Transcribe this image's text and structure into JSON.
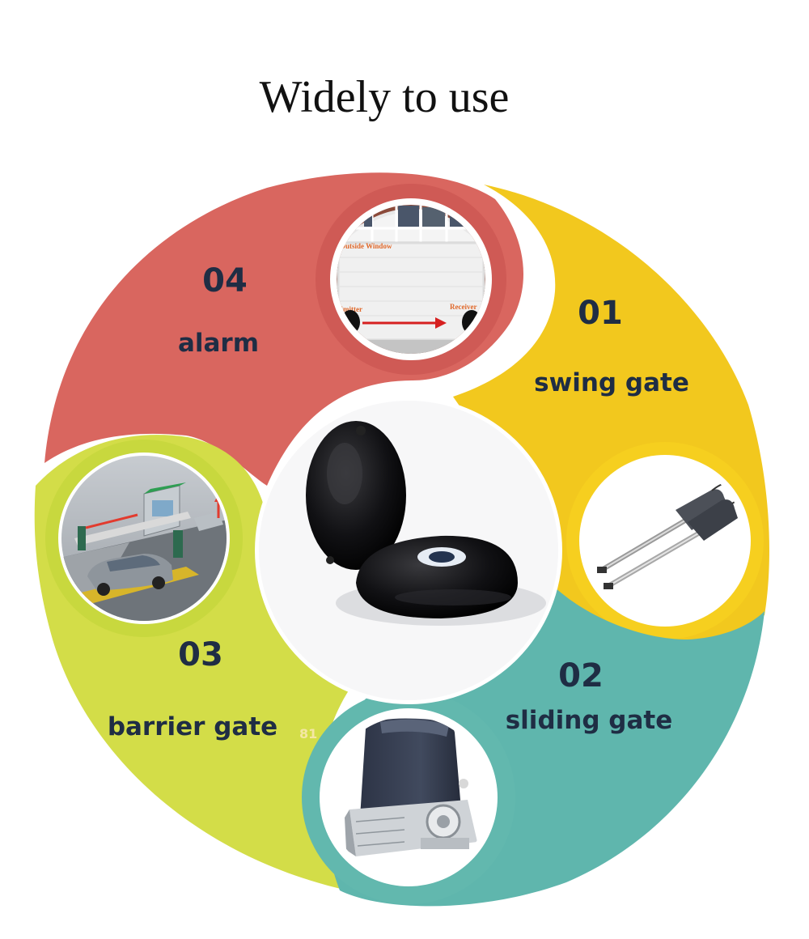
{
  "title": "Widely to use",
  "center": {
    "name": "infrared-sensor-pair"
  },
  "segments": [
    {
      "id": "swing-gate",
      "number": "01",
      "label": "swing gate",
      "color": "#f2c81e",
      "ring": "#f6cf1f",
      "icon": "swing-gate-arm-icon"
    },
    {
      "id": "sliding-gate",
      "number": "02",
      "label": "sliding gate",
      "color": "#5fb6ad",
      "ring": "#62b8ae",
      "icon": "sliding-gate-motor-icon"
    },
    {
      "id": "barrier-gate",
      "number": "03",
      "label": "barrier gate",
      "color": "#d3dd48",
      "ring": "#c8d83e",
      "icon": "parking-barrier-icon"
    },
    {
      "id": "alarm",
      "number": "04",
      "label": "alarm",
      "color": "#d9665f",
      "ring": "#cf5a55",
      "icon": "window-alarm-icon"
    }
  ],
  "alarm_image": {
    "top_caption": "Outside Window",
    "left_caption": "Emitter",
    "right_caption": "Receiver"
  },
  "stray_text": "81"
}
